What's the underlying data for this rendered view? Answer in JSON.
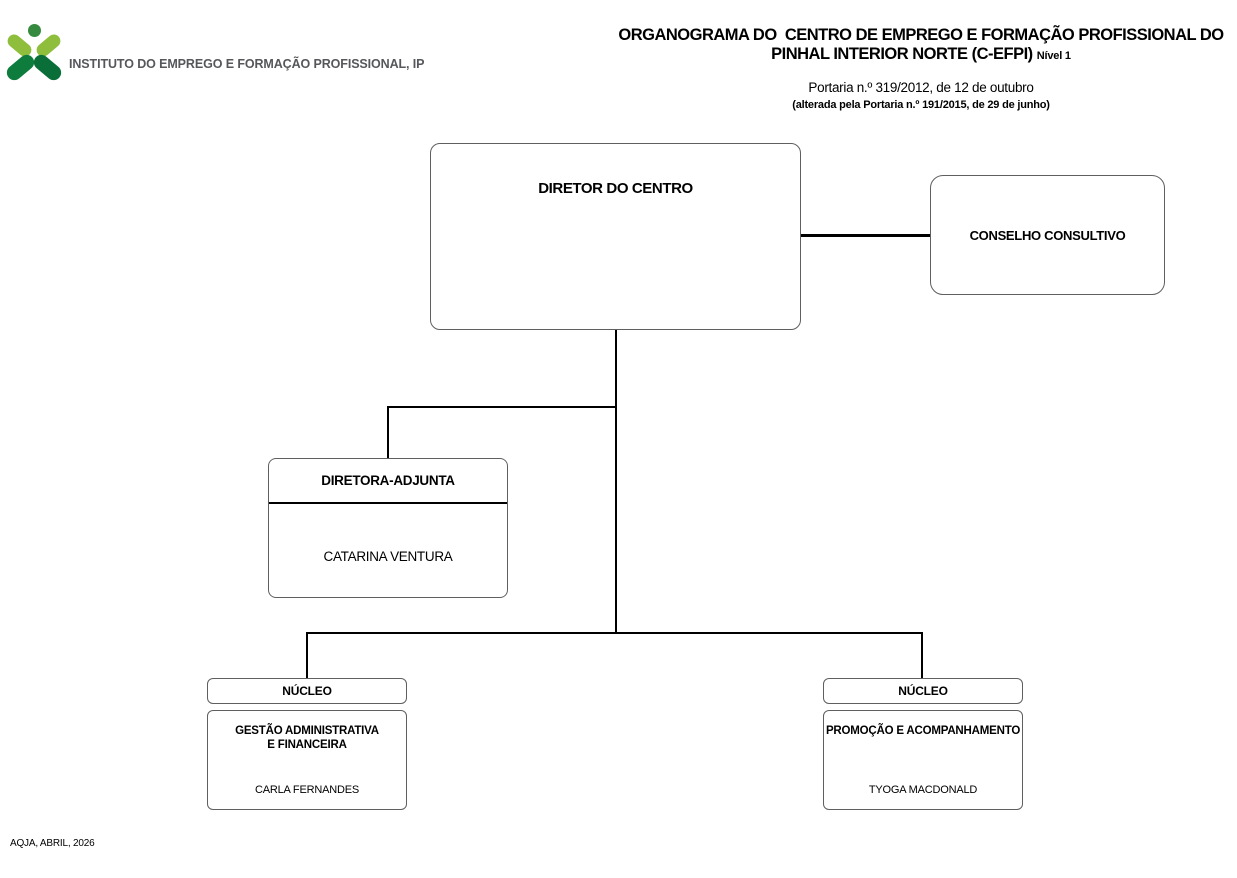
{
  "logo": {
    "org_name": "INSTITUTO DO EMPREGO E FORMAÇÃO PROFISSIONAL, IP",
    "colors": {
      "light_green": "#8ebe3c",
      "dark_green": "#0e7c3c",
      "head_green": "#358a3f",
      "text_gray": "#56575b"
    }
  },
  "header": {
    "title_line1": "ORGANOGRAMA DO  CENTRO DE EMPREGO E FORMAÇÃO PROFISSIONAL DO",
    "title_line2": "PINHAL INTERIOR NORTE (C-EFPI)",
    "level_label": "Nível 1",
    "portaria": "Portaria n.º 319/2012, de 12 de outubro",
    "portaria_amendment": "(alterada pela Portaria n.º 191/2015, de 29 de junho)"
  },
  "chart": {
    "director_box": {
      "title": "DIRETOR DO CENTRO"
    },
    "advisory_box": {
      "title": "CONSELHO CONSULTIVO"
    },
    "deputy_box": {
      "title": "DIRETORA-ADJUNTA",
      "name": "CATARINA VENTURA"
    },
    "nucleus_left": {
      "header": "NÚCLEO",
      "title_line1": "GESTÃO ADMINISTRATIVA",
      "title_line2": "E FINANCEIRA",
      "name": "CARLA FERNANDES"
    },
    "nucleus_right": {
      "header": "NÚCLEO",
      "title": "PROMOÇÃO E ACOMPANHAMENTO",
      "name": "TYOGA MACDONALD"
    },
    "line_color": "#000000",
    "box_border_color": "#5f5f5f"
  },
  "footer": {
    "credit": "AQJA, ABRIL, 2026"
  }
}
